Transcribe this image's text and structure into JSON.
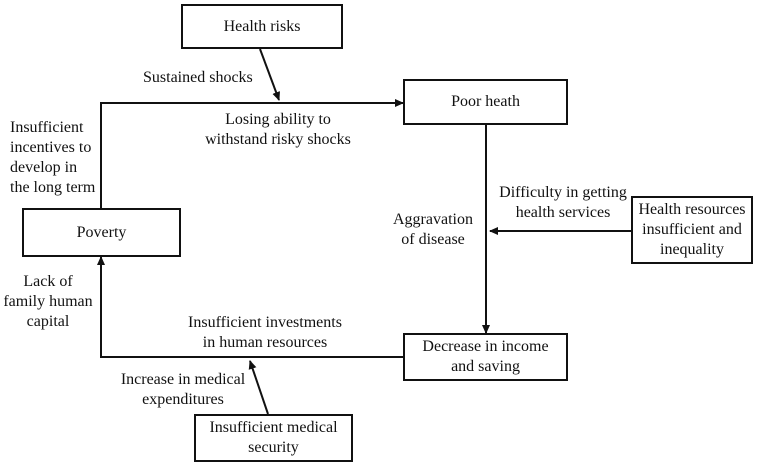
{
  "nodes": {
    "health_risks": "Health risks",
    "poor_health": "Poor heath",
    "poverty": "Poverty",
    "decrease_income": "Decrease in income\nand saving",
    "health_resources": "Health resources\ninsufficient and\ninequality",
    "medical_security": "Insufficient medical\nsecurity"
  },
  "labels": {
    "sustained_shocks": "Sustained shocks",
    "losing_ability": "Losing ability to\nwithstand risky shocks",
    "insufficient_incentives": "Insufficient\nincentives to\ndevelop in\nthe long term",
    "difficulty_services": "Difficulty in getting\nhealth services",
    "aggravation": "Aggravation\nof disease",
    "lack_capital": "Lack of\nfamily human\ncapital",
    "insufficient_investments": "Insufficient investments\nin human resources",
    "increase_medical": "Increase in medical\nexpenditures"
  }
}
